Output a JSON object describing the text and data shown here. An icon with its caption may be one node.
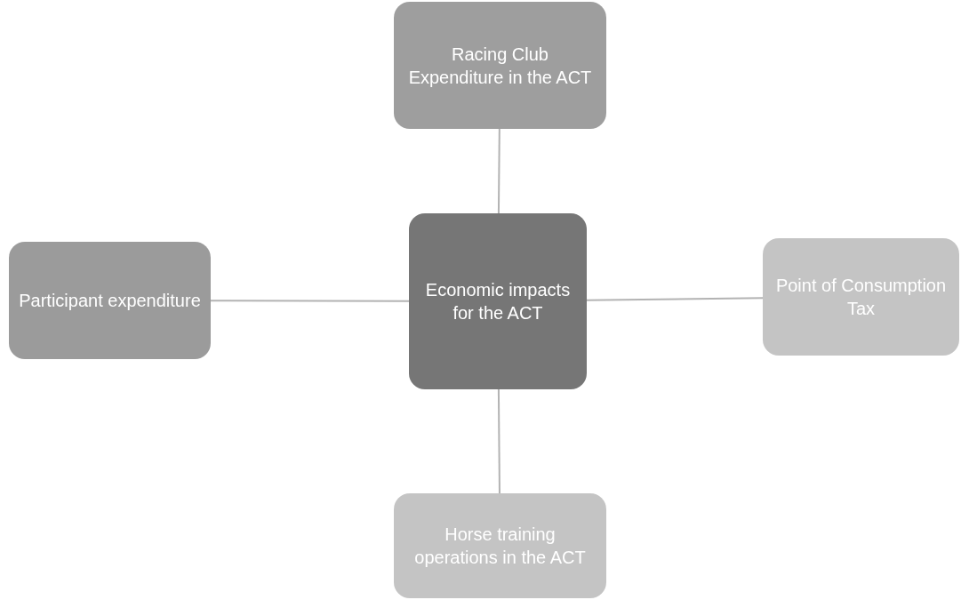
{
  "diagram": {
    "nodes": [
      {
        "text": [
          "Economic impacts for the ACT"
        ]
      },
      {
        "text": [
          "Racing Club Expenditure in the ACT"
        ]
      },
      {
        "text": [
          "Participant expenditure"
        ]
      },
      {
        "text": [
          "Point of Consumption Tax"
        ]
      },
      {
        "text": [
          "Horse training operations in the ACT"
        ]
      }
    ],
    "edges": [
      {
        "from": 0,
        "to": 1,
        "arrow": "none"
      },
      {
        "from": 0,
        "to": 2,
        "arrow": "none"
      },
      {
        "from": 0,
        "to": 3,
        "arrow": "none"
      },
      {
        "from": 0,
        "to": 4,
        "arrow": "none"
      }
    ]
  }
}
